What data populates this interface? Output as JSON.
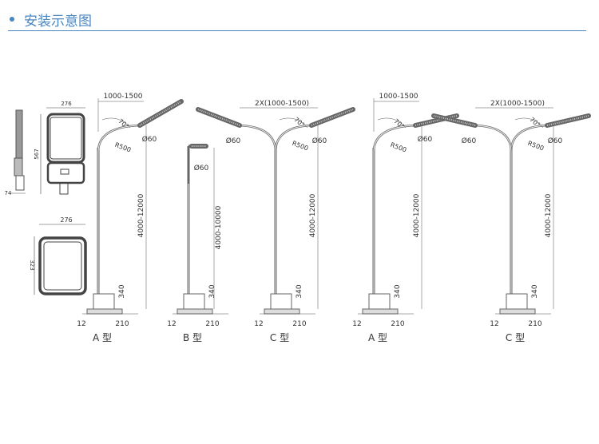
{
  "header": {
    "title": "安装示意图"
  },
  "colors": {
    "accent": "#4a86c0",
    "line": "#555555"
  },
  "lamp_views": {
    "side_width": "74",
    "front_width": "276",
    "front_height": "567",
    "top_width": "276",
    "top_height": "323"
  },
  "poles": [
    {
      "type": "A 型",
      "arm": "1000-1500",
      "angle": "70°",
      "dia": "Ø60",
      "radius": "R500",
      "height": "4000-12000",
      "base": "340",
      "offset": "12",
      "width": "210"
    },
    {
      "type": "B 型",
      "dia": "Ø60",
      "height": "4000-10000",
      "base": "340",
      "offset": "12",
      "width": "210"
    },
    {
      "type": "C 型",
      "arm": "2X(1000-1500)",
      "angle": "70°",
      "dia": "Ø60",
      "dia2": "Ø60",
      "radius": "R500",
      "height": "4000-12000",
      "base": "340",
      "offset": "12",
      "width": "210"
    },
    {
      "type": "A 型",
      "arm": "1000-1500",
      "angle": "70°",
      "dia": "Ø60",
      "radius": "R500",
      "height": "4000-12000",
      "base": "340",
      "offset": "12",
      "width": "210"
    },
    {
      "type": "C 型",
      "arm": "2X(1000-1500)",
      "angle": "70°",
      "dia": "Ø60",
      "dia2": "Ø60",
      "radius": "R500",
      "height": "4000-12000",
      "base": "340",
      "offset": "12",
      "width": "210"
    }
  ]
}
